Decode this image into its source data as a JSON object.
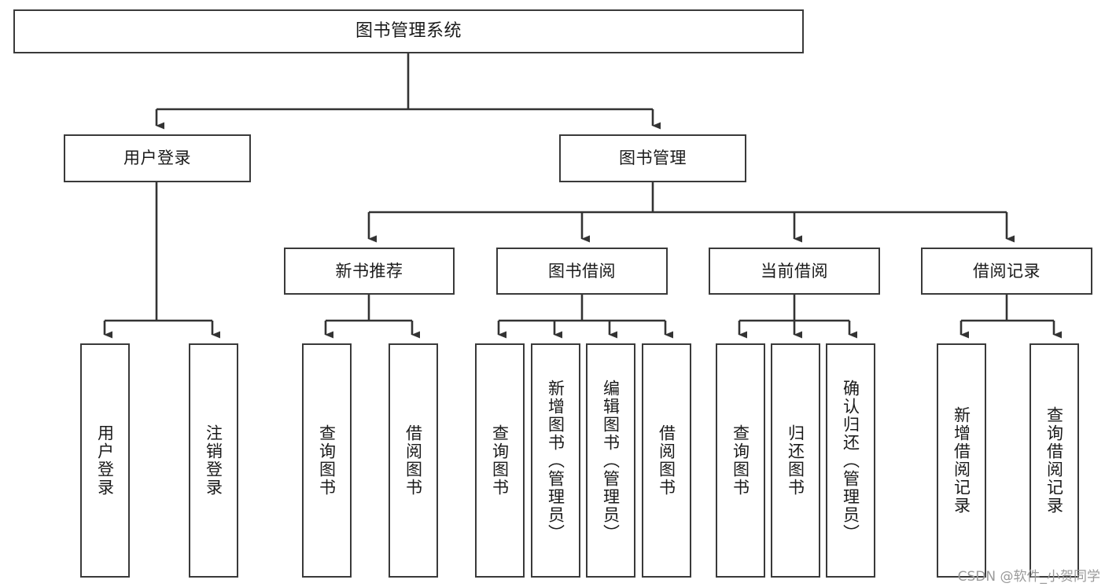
{
  "diagram": {
    "type": "tree",
    "title": "图书管理系统",
    "watermark": "CSDN @软件_小贺同学",
    "colors": {
      "background": "#ffffff",
      "box_border": "#3a3a3a",
      "box_fill": "#ffffff",
      "text": "#1a1a1a",
      "connector": "#333333",
      "watermark": "#9a9a9a"
    },
    "levels": {
      "root": {
        "label": "图书管理系统"
      },
      "level1": [
        {
          "id": "user_login",
          "label": "用户登录"
        },
        {
          "id": "book_manage",
          "label": "图书管理"
        }
      ],
      "level2": [
        {
          "id": "new_book_rec",
          "label": "新书推荐",
          "parent": "book_manage"
        },
        {
          "id": "book_borrow",
          "label": "图书借阅",
          "parent": "book_manage"
        },
        {
          "id": "current_borrow",
          "label": "当前借阅",
          "parent": "book_manage"
        },
        {
          "id": "borrow_record",
          "label": "借阅记录",
          "parent": "book_manage"
        }
      ],
      "leaves": [
        {
          "id": "leaf_1",
          "label": "用户登录",
          "parent": "user_login"
        },
        {
          "id": "leaf_2",
          "label": "注销登录",
          "parent": "user_login"
        },
        {
          "id": "leaf_3",
          "label": "查询图书",
          "parent": "new_book_rec"
        },
        {
          "id": "leaf_4",
          "label": "借阅图书",
          "parent": "new_book_rec"
        },
        {
          "id": "leaf_5",
          "label": "查询图书",
          "parent": "book_borrow"
        },
        {
          "id": "leaf_6",
          "label": "新增图书（管理员）",
          "parent": "book_borrow"
        },
        {
          "id": "leaf_7",
          "label": "编辑图书（管理员）",
          "parent": "book_borrow"
        },
        {
          "id": "leaf_8",
          "label": "借阅图书",
          "parent": "book_borrow"
        },
        {
          "id": "leaf_9",
          "label": "查询图书",
          "parent": "current_borrow"
        },
        {
          "id": "leaf_10",
          "label": "归还图书",
          "parent": "current_borrow"
        },
        {
          "id": "leaf_11",
          "label": "确认归还（管理员）",
          "parent": "current_borrow"
        },
        {
          "id": "leaf_12",
          "label": "新增借阅记录",
          "parent": "borrow_record"
        },
        {
          "id": "leaf_13",
          "label": "查询借阅记录",
          "parent": "borrow_record"
        }
      ]
    }
  }
}
